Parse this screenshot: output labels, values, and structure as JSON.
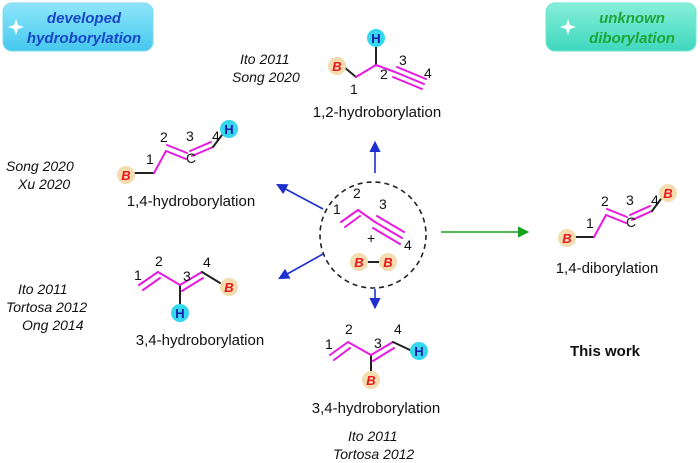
{
  "banners": {
    "developed": [
      "developed",
      "hydroborylation"
    ],
    "unknown": [
      "unknown",
      "diborylation"
    ]
  },
  "atoms": {
    "boron": "B",
    "hydrogen": "H"
  },
  "reactant": {
    "numbers": [
      "1",
      "2",
      "3",
      "4"
    ],
    "plus": "+"
  },
  "products": {
    "p12": {
      "label": "1,2-hydroborylation",
      "citations": [
        "Ito 2011",
        "Song 2020"
      ],
      "numbers": [
        "1",
        "2",
        "3",
        "4"
      ]
    },
    "p14": {
      "label": "1,4-hydroborylation",
      "citations": [
        "Song 2020",
        "Xu 2020"
      ],
      "numbers": [
        "1",
        "2",
        "3",
        "4"
      ]
    },
    "p34a": {
      "label": "3,4-hydroborylation",
      "citations": [
        "Ito 2011",
        "Tortosa 2012",
        "Ong 2014"
      ],
      "numbers": [
        "1",
        "2",
        "3",
        "4"
      ]
    },
    "p34b": {
      "label": "3,4-hydroborylation",
      "citations": [
        "Ito 2011",
        "Tortosa 2012"
      ],
      "numbers": [
        "1",
        "2",
        "3",
        "4"
      ]
    },
    "diboryl": {
      "label": "1,4-diborylation",
      "numbers": [
        "1",
        "2",
        "3",
        "4"
      ]
    }
  },
  "this_work": "This work",
  "colors": {
    "banner_blue_bg": "#5fd5f2",
    "banner_blue_text": "#1746c8",
    "banner_green_bg": "#4fe0c9",
    "banner_green_text": "#1ea53a",
    "bond_pink": "#e619e0",
    "arrow_blue": "#1f2fcf",
    "arrow_green": "#18a020",
    "boron_red": "#e8141e",
    "boron_circle": "#f3dcae",
    "hydrogen_blue": "#1a1aa8",
    "hydrogen_circle": "#33d8ee"
  }
}
